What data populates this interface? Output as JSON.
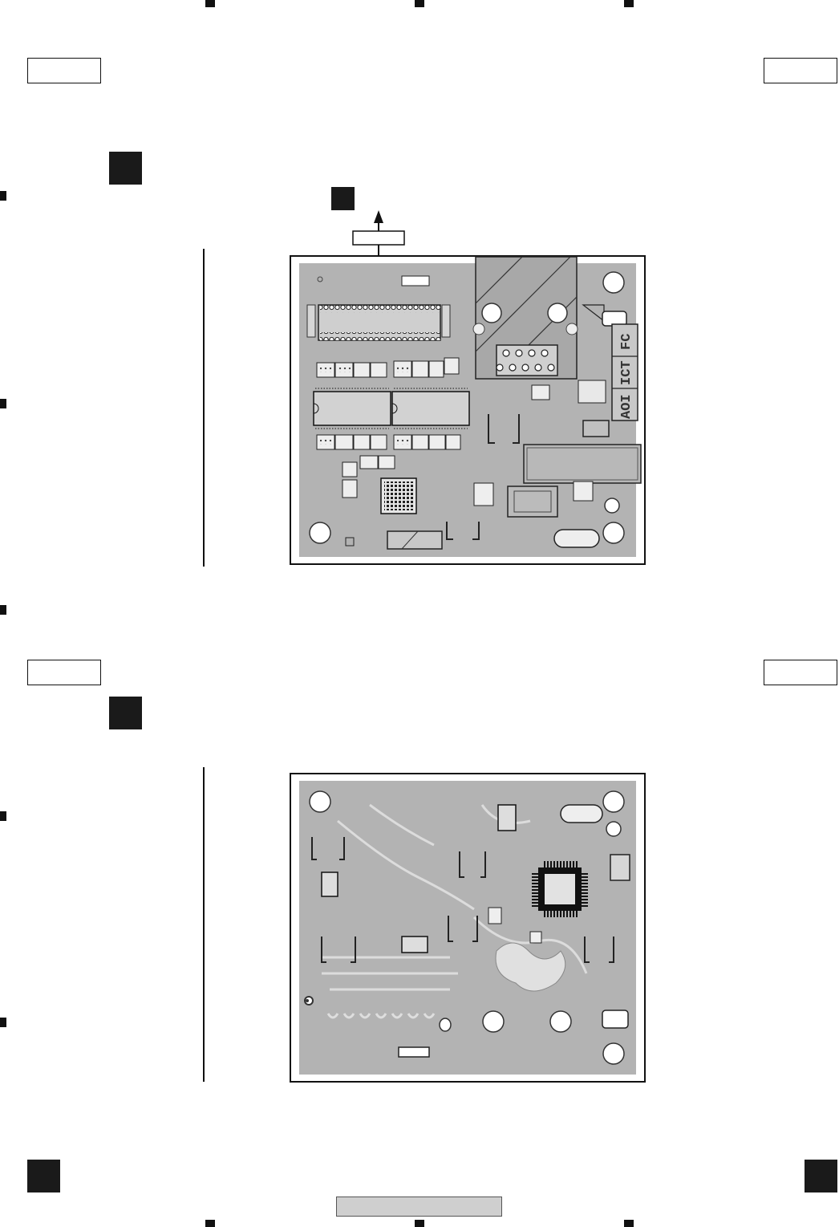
{
  "page": {
    "top_board": {
      "view": "component-side",
      "silkscreen_labels": [
        "FC",
        "ICT",
        "AOI"
      ],
      "arrow_marker": "up-arrow"
    },
    "bottom_board": {
      "view": "solder-side"
    },
    "footer_bar": ""
  }
}
